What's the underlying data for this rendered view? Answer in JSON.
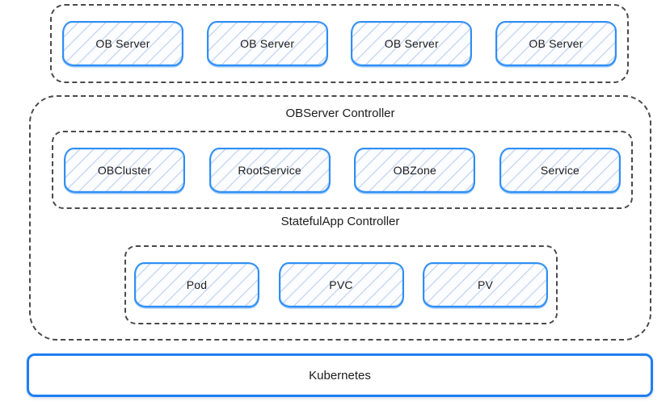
{
  "colors": {
    "node_border": "#2f8ef4",
    "node_fill": "#fbfdff",
    "hatch_line": "#9cb2e4",
    "dashed_border": "#4a4a4a",
    "kubernetes_border": "#1f7ef2",
    "text": "#1c1c1e",
    "background": "#ffffff"
  },
  "ob_server_group": {
    "servers": [
      "OB Server",
      "OB Server",
      "OB Server",
      "OB Server"
    ]
  },
  "controller_group": {
    "title": "OBServer Controller",
    "crd_row": [
      "OBCluster",
      "RootService",
      "OBZone",
      "Service"
    ],
    "statefulapp_group": {
      "title": "StatefulApp Controller",
      "resource_row": [
        "Pod",
        "PVC",
        "PV"
      ]
    }
  },
  "platform": {
    "label": "Kubernetes"
  }
}
